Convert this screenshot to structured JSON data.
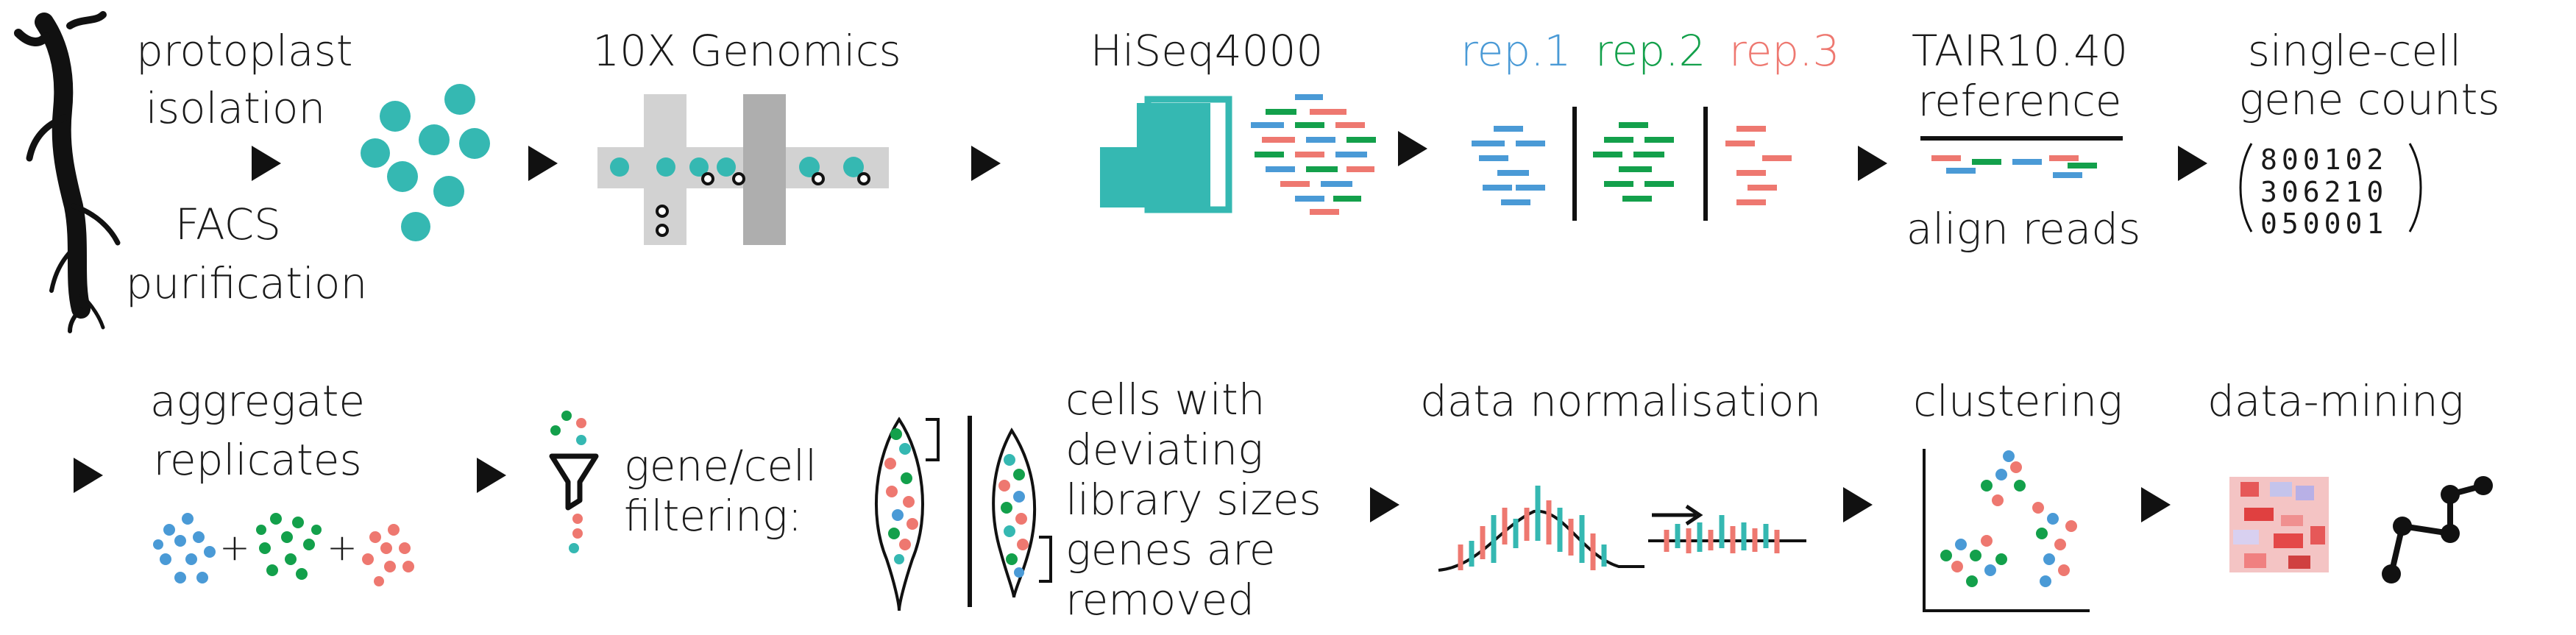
{
  "step1": {
    "line1": "protoplast",
    "line2": "isolation",
    "line3": "FACS",
    "line4": "purification"
  },
  "step2": {
    "title": "10X Genomics"
  },
  "step3": {
    "title": "HiSeq4000"
  },
  "step4": {
    "rep1": "rep.1",
    "rep2": "rep.2",
    "rep3": "rep.3"
  },
  "step5": {
    "line1": "TAIR10.40",
    "line2": "reference",
    "line3": "align reads"
  },
  "step6": {
    "line1": "single-cell",
    "line2": "gene counts",
    "matrix": [
      "800102",
      "306210",
      "050001"
    ]
  },
  "step7": {
    "line1": "aggregate",
    "line2": "replicates",
    "plus": "+"
  },
  "step8": {
    "line1": "gene/cell",
    "line2": "filtering:"
  },
  "step9": {
    "line1": "cells with",
    "line2": "deviating",
    "line3": "library sizes",
    "line4": "genes are",
    "line5": "removed"
  },
  "step10": {
    "title": "data normalisation"
  },
  "step11": {
    "title": "clustering"
  },
  "step12": {
    "title": "data-mining"
  },
  "colors": {
    "teal": "#35b8b2",
    "blue": "#4a9ad6",
    "green": "#13a04b",
    "red": "#ee7870",
    "gray": "#d2d2d2",
    "darkgray": "#aeaeae"
  }
}
